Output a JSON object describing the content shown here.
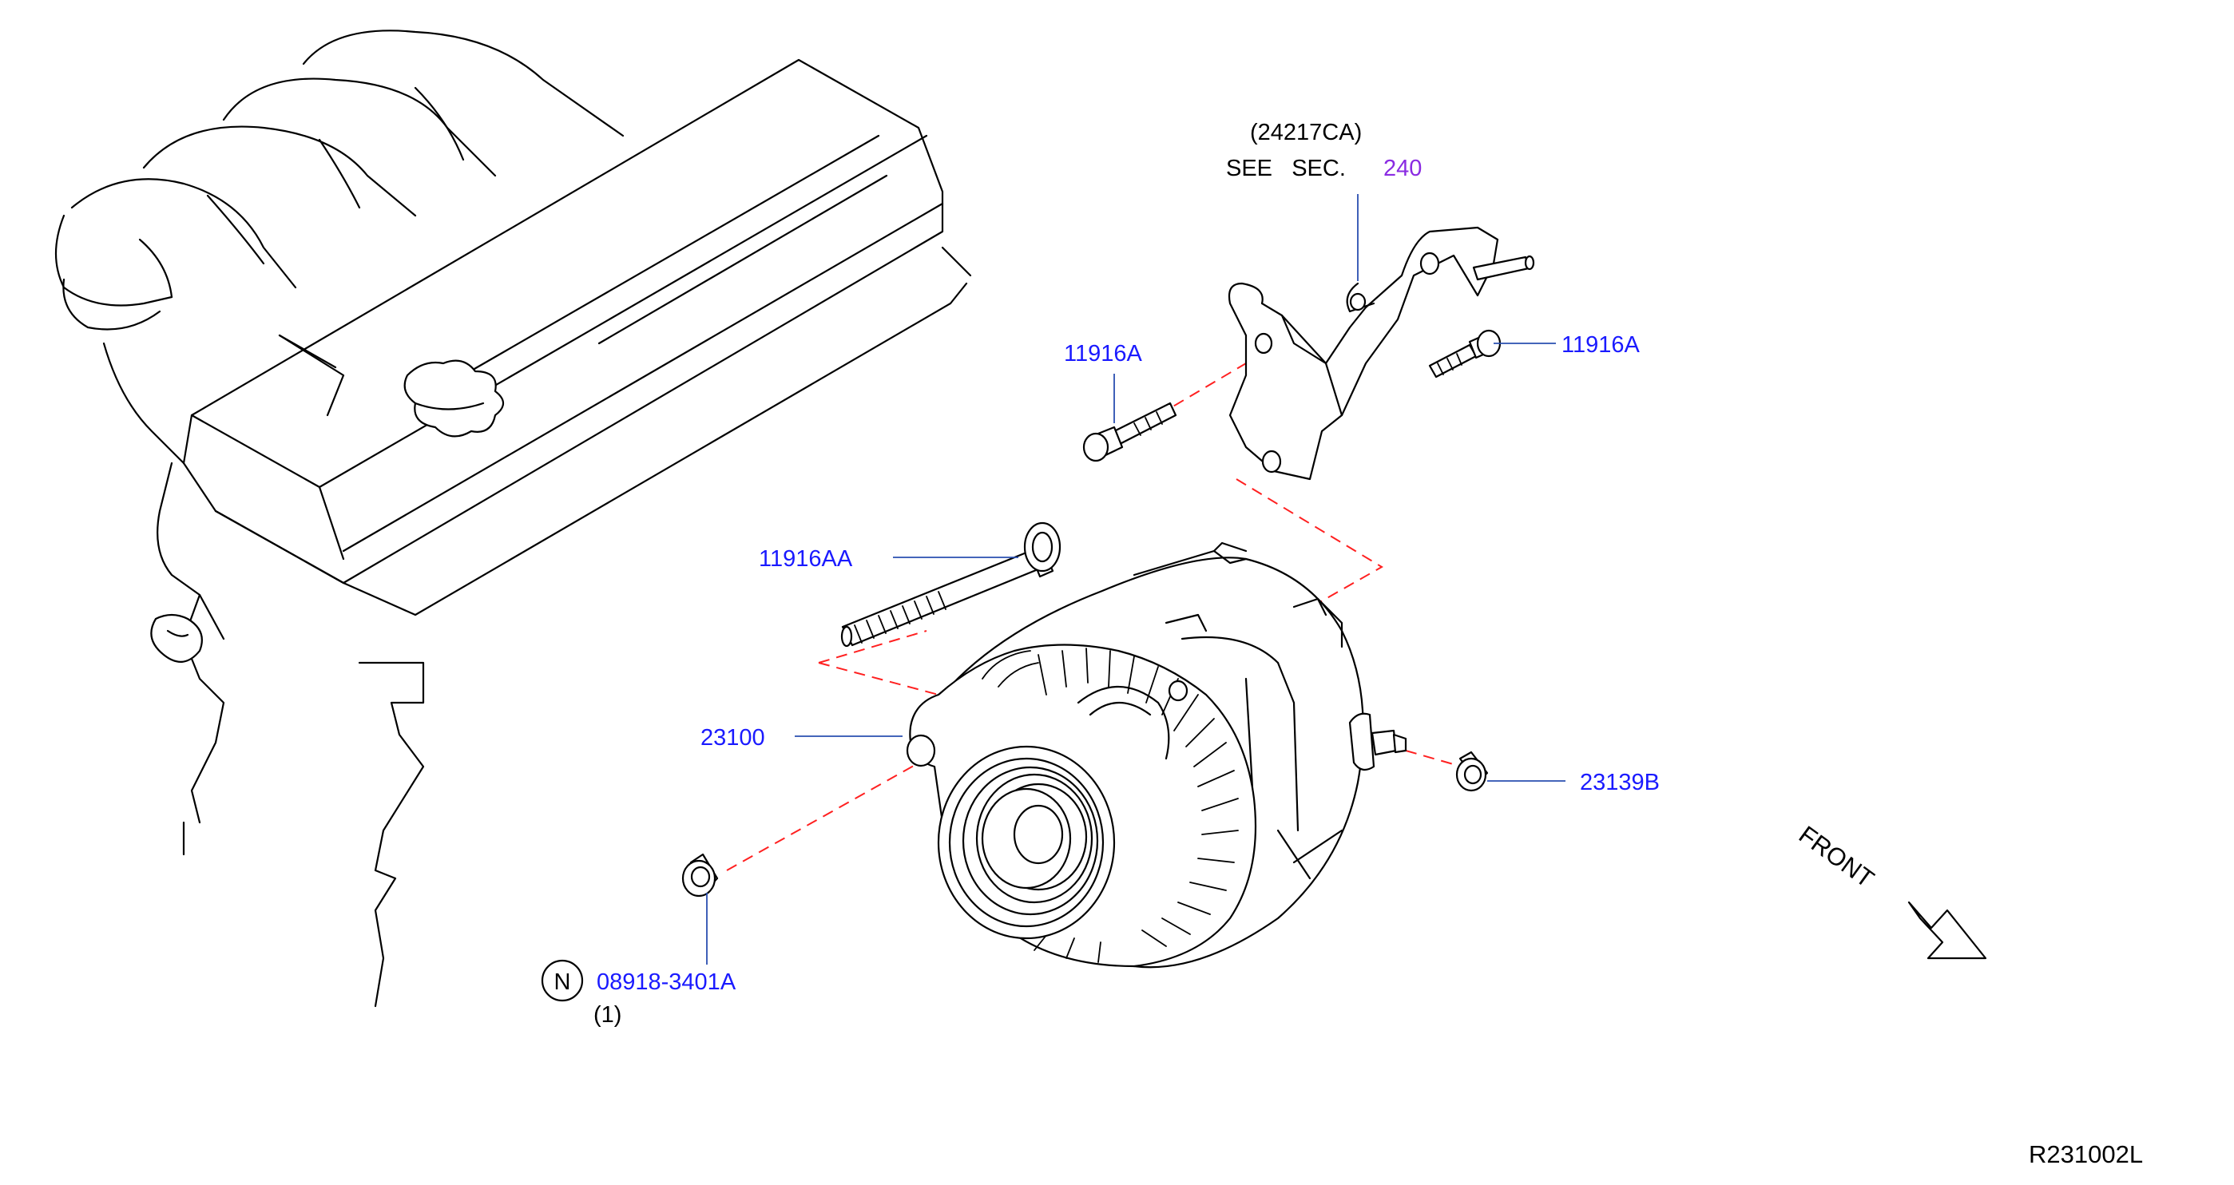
{
  "diagram": {
    "reference_code": "R231002L",
    "direction": "FRONT",
    "see_section": {
      "part_ref": "(24217CA)",
      "prefix": "SEE   SEC.",
      "section_number": "240"
    },
    "callouts": {
      "bracket_bolt_left": "11916A",
      "bracket_bolt_right": "11916A",
      "long_bolt": "11916AA",
      "alternator": "23100",
      "terminal_nut": "23139B",
      "nut_part": "08918-3401A",
      "nut_qty": "(1)",
      "nut_symbol": "N"
    },
    "colors": {
      "callout_text": "#1a1aff",
      "section_link": "#8a2be2",
      "leader_line": "#2a4fb0",
      "dashed_line": "#ff2020"
    }
  }
}
